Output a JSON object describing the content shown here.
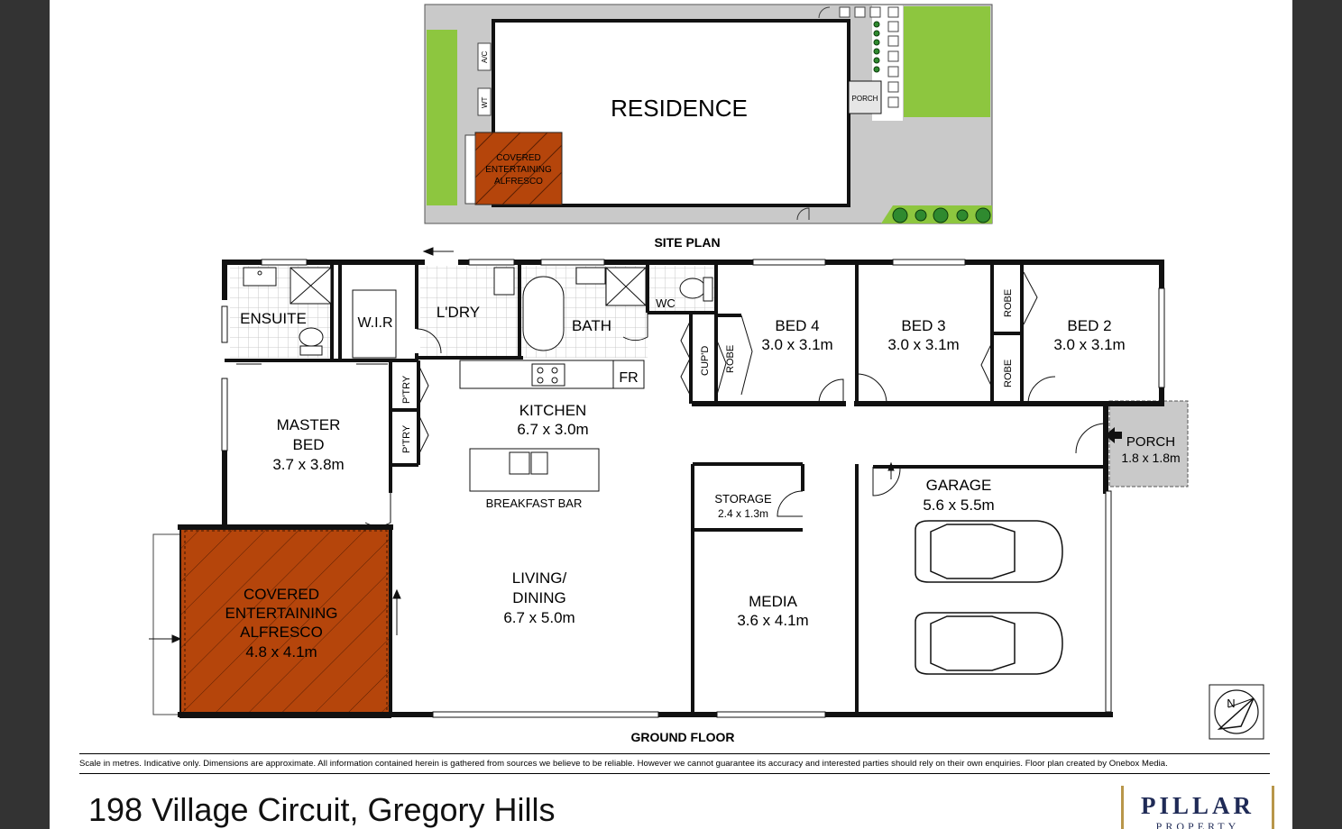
{
  "site_plan": {
    "residence": "RESIDENCE",
    "alfresco": [
      "COVERED",
      "ENTERTAINING",
      "ALFRESCO"
    ],
    "porch": "PORCH",
    "ac": "A/C",
    "wt": "WT",
    "caption": "SITE PLAN"
  },
  "rooms": {
    "ensuite": "ENSUITE",
    "wir": "W.I.R",
    "laundry": "L'DRY",
    "bath": "BATH",
    "wc": "WC",
    "fr": "FR",
    "cupd": "CUP'D",
    "pantry1": "P'TRY",
    "pantry2": "P'TRY",
    "robe_bed4": "ROBE",
    "robe_bed2": "ROBE",
    "robe_bed3": "ROBE",
    "bed4": {
      "name": "BED 4",
      "size": "3.0 x 3.1m"
    },
    "bed3": {
      "name": "BED 3",
      "size": "3.0 x 3.1m"
    },
    "bed2": {
      "name": "BED 2",
      "size": "3.0 x 3.1m"
    },
    "kitchen": {
      "name": "KITCHEN",
      "size": "6.7 x 3.0m"
    },
    "breakfast_bar": "BREAKFAST BAR",
    "master": {
      "name1": "MASTER",
      "name2": "BED",
      "size": "3.7 x 3.8m"
    },
    "porch": {
      "name": "PORCH",
      "size": "1.8 x 1.8m"
    },
    "storage": {
      "name": "STORAGE",
      "size": "2.4 x 1.3m"
    },
    "garage": {
      "name": "GARAGE",
      "size": "5.6 x 5.5m"
    },
    "alfresco": {
      "l1": "COVERED",
      "l2": "ENTERTAINING",
      "l3": "ALFRESCO",
      "size": "4.8 x 4.1m"
    },
    "living": {
      "l1": "LIVING/",
      "l2": "DINING",
      "size": "6.7 x 5.0m"
    },
    "media": {
      "name": "MEDIA",
      "size": "3.6 x 4.1m"
    }
  },
  "floor_caption": "GROUND FLOOR",
  "compass": "N",
  "disclaimer": "Scale in metres. Indicative only. Dimensions are approximate. All information contained herein is gathered from sources we believe to be reliable. However we cannot guarantee its accuracy and interested parties should rely on their own enquiries. Floor plan created by Onebox Media.",
  "address": "198 Village Circuit, Gregory Hills",
  "logo": {
    "name": "PILLAR",
    "sub": "PROPERTY"
  },
  "colors": {
    "lawn": "#8dc63f",
    "alfresco": "#b5450b",
    "paving": "#c9c9c9",
    "wall": "#111111"
  }
}
